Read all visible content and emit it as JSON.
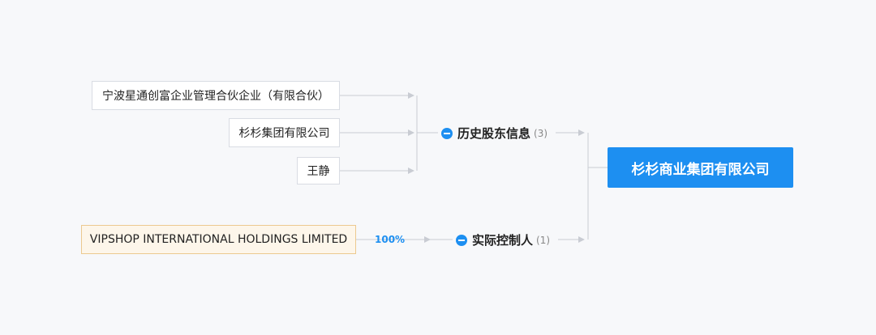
{
  "target": {
    "name": "杉杉商业集团有限公司"
  },
  "groups": [
    {
      "title": "历史股东信息",
      "count": "(3)",
      "items": [
        {
          "name": "宁波星通创富企业管理合伙企业（有限合伙）"
        },
        {
          "name": "杉杉集团有限公司"
        },
        {
          "name": "王静"
        }
      ]
    },
    {
      "title": "实际控制人",
      "count": "(1)",
      "items": [
        {
          "name": "VIPSHOP INTERNATIONAL HOLDINGS LIMITED",
          "percent": "100%"
        }
      ]
    }
  ],
  "colors": {
    "accent": "#1d8ff1",
    "controller_bg": "#fdf6ea",
    "controller_border": "#ecc98f",
    "line": "#c9ccd3"
  }
}
